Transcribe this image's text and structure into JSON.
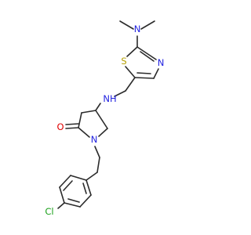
{
  "molecule": {
    "atoms": {
      "n_me2": {
        "label": "N",
        "color": "#2323e0"
      },
      "s_thiazole": {
        "label": "S",
        "color": "#b5a000"
      },
      "n_thiazole": {
        "label": "N",
        "color": "#2323e0"
      },
      "n_amine": {
        "label": "NH",
        "color": "#2323e0"
      },
      "o_carbonyl": {
        "label": "O",
        "color": "#e00000"
      },
      "n_lactam": {
        "label": "N",
        "color": "#2323e0"
      },
      "cl": {
        "label": "Cl",
        "color": "#1aa01a"
      }
    },
    "bond_color": "#2b2b2b"
  }
}
